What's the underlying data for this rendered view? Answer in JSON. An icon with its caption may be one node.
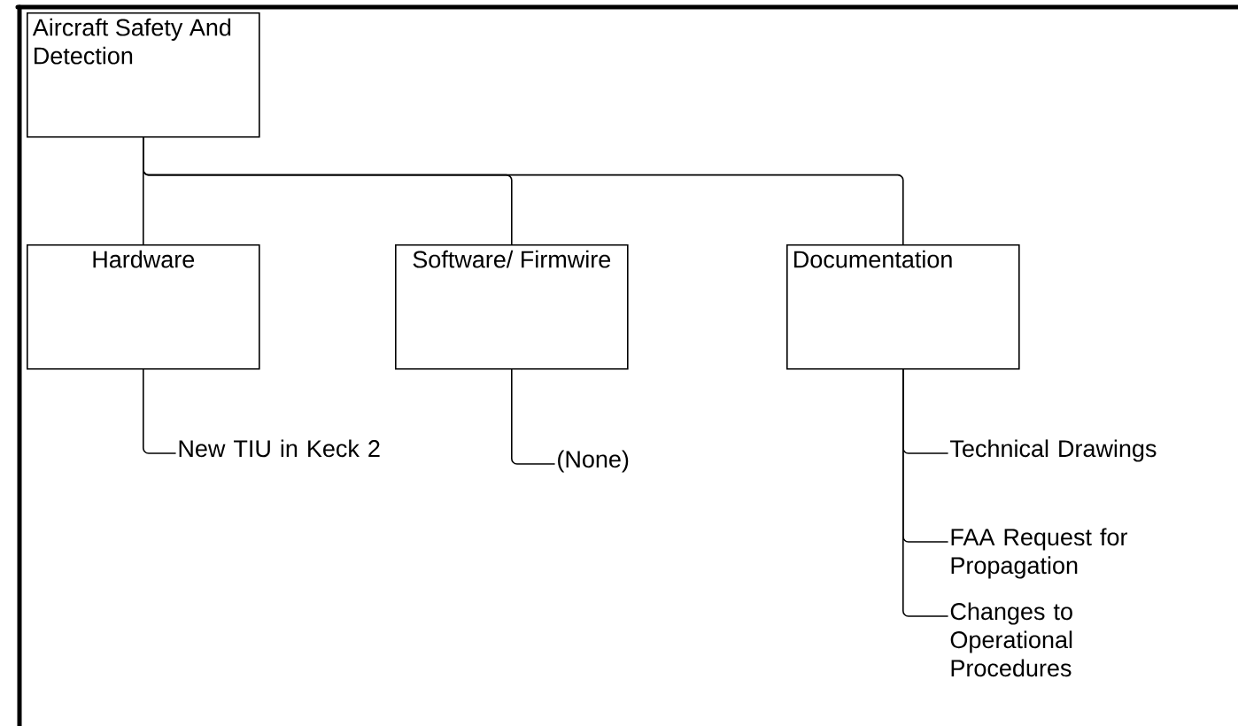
{
  "diagram": {
    "nodes": [
      {
        "text": [
          "Aircraft Safety And Detection"
        ]
      },
      {
        "text": [
          "Hardware"
        ]
      },
      {
        "text": [
          "Software/ Firmwire"
        ]
      },
      {
        "text": [
          "Documentation"
        ]
      },
      {
        "text": [
          "New TIU in Keck 2"
        ]
      },
      {
        "text": [
          "(None)"
        ]
      },
      {
        "text": [
          "Technical Drawings"
        ]
      },
      {
        "text": [
          "FAA Request for Propagation"
        ]
      },
      {
        "text": [
          "Changes to Operational Procedures"
        ]
      }
    ],
    "edges": [
      {
        "from": 0,
        "to": 1,
        "arrow": "none"
      },
      {
        "from": 0,
        "to": 2,
        "arrow": "none"
      },
      {
        "from": 0,
        "to": 3,
        "arrow": "none"
      },
      {
        "from": 1,
        "to": 4,
        "arrow": "none"
      },
      {
        "from": 2,
        "to": 5,
        "arrow": "none"
      },
      {
        "from": 3,
        "to": 6,
        "arrow": "none"
      },
      {
        "from": 3,
        "to": 7,
        "arrow": "none"
      },
      {
        "from": 3,
        "to": 8,
        "arrow": "none"
      }
    ]
  }
}
